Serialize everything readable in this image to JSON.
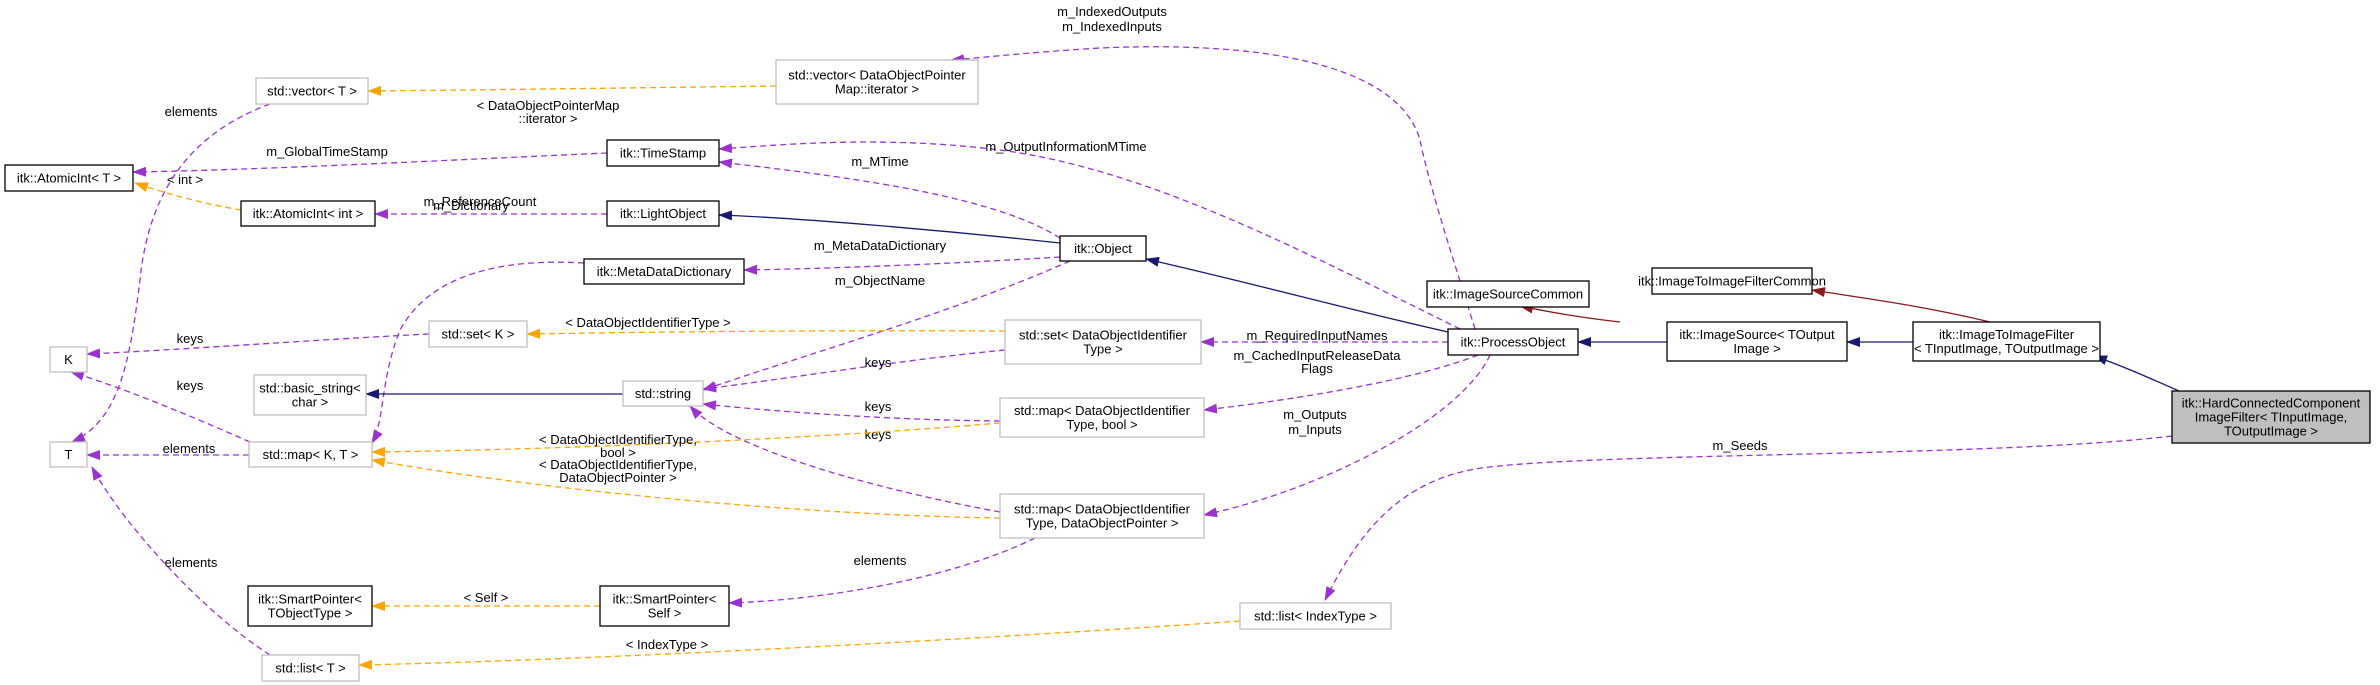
{
  "colors": {
    "inherit": "#191970",
    "template": "#ffa500",
    "use": "#9a32cd",
    "template_parent": "#8b1a1a",
    "node_border": "#000000",
    "node_border_external": "#bfbfbf",
    "focus_fill": "#bfbfbf"
  },
  "nodes": [
    {
      "id": "hcc",
      "lines": [
        "itk::HardConnectedComponent",
        "ImageFilter< TInputImage,",
        "TOutputImage >"
      ],
      "style": "focus"
    },
    {
      "id": "i2i",
      "lines": [
        "itk::ImageToImageFilter",
        "< TInputImage, TOutputImage >"
      ],
      "style": "normal"
    },
    {
      "id": "i2icommon",
      "lines": [
        "itk::ImageToImageFilterCommon"
      ],
      "style": "normal"
    },
    {
      "id": "imgsrc",
      "lines": [
        "itk::ImageSource< TOutput",
        "Image >"
      ],
      "style": "normal"
    },
    {
      "id": "imgsrccommon",
      "lines": [
        "itk::ImageSourceCommon"
      ],
      "style": "normal"
    },
    {
      "id": "procobj",
      "lines": [
        "itk::ProcessObject"
      ],
      "style": "normal"
    },
    {
      "id": "object",
      "lines": [
        "itk::Object"
      ],
      "style": "normal"
    },
    {
      "id": "lightobj",
      "lines": [
        "itk::LightObject"
      ],
      "style": "normal"
    },
    {
      "id": "timestamp",
      "lines": [
        "itk::TimeStamp"
      ],
      "style": "normal"
    },
    {
      "id": "metadict",
      "lines": [
        "itk::MetaDataDictionary"
      ],
      "style": "normal"
    },
    {
      "id": "atomicT",
      "lines": [
        "itk::AtomicInt< T >"
      ],
      "style": "normal"
    },
    {
      "id": "atomicint",
      "lines": [
        "itk::AtomicInt< int >"
      ],
      "style": "normal"
    },
    {
      "id": "vecT",
      "lines": [
        "std::vector< T >"
      ],
      "style": "external"
    },
    {
      "id": "vecDOP",
      "lines": [
        "std::vector< DataObjectPointer",
        "Map::iterator >"
      ],
      "style": "external"
    },
    {
      "id": "setK",
      "lines": [
        "std::set< K >"
      ],
      "style": "external"
    },
    {
      "id": "K",
      "lines": [
        "K"
      ],
      "style": "external"
    },
    {
      "id": "T",
      "lines": [
        "T"
      ],
      "style": "external"
    },
    {
      "id": "basicstr",
      "lines": [
        "std::basic_string<",
        "char >"
      ],
      "style": "external"
    },
    {
      "id": "string",
      "lines": [
        "std::string"
      ],
      "style": "external"
    },
    {
      "id": "mapKT",
      "lines": [
        "std::map< K, T >"
      ],
      "style": "external"
    },
    {
      "id": "setDOI",
      "lines": [
        "std::set< DataObjectIdentifier",
        "Type >"
      ],
      "style": "external"
    },
    {
      "id": "mapDOIbool",
      "lines": [
        "std::map< DataObjectIdentifier",
        "Type, bool >"
      ],
      "style": "external"
    },
    {
      "id": "mapDOIDOP",
      "lines": [
        "std::map< DataObjectIdentifier",
        "Type, DataObjectPointer >"
      ],
      "style": "external"
    },
    {
      "id": "spT",
      "lines": [
        "itk::SmartPointer<",
        "TObjectType >"
      ],
      "style": "normal"
    },
    {
      "id": "spSelf",
      "lines": [
        "itk::SmartPointer<",
        "Self >"
      ],
      "style": "normal"
    },
    {
      "id": "listIdx",
      "lines": [
        "std::list< IndexType >"
      ],
      "style": "external"
    },
    {
      "id": "listT",
      "lines": [
        "std::list< T >"
      ],
      "style": "external"
    }
  ],
  "edges": [
    {
      "id": "e1",
      "type": "inherit",
      "lines": []
    },
    {
      "id": "e2",
      "type": "use",
      "lines": [
        "m_Seeds"
      ]
    },
    {
      "id": "e3",
      "type": "inherit",
      "lines": []
    },
    {
      "id": "e4",
      "type": "template_parent",
      "lines": []
    },
    {
      "id": "e5",
      "type": "inherit",
      "lines": []
    },
    {
      "id": "e6",
      "type": "template_parent",
      "lines": []
    },
    {
      "id": "e7",
      "type": "inherit",
      "lines": []
    },
    {
      "id": "e8",
      "type": "inherit",
      "lines": []
    },
    {
      "id": "e9",
      "type": "use",
      "lines": [
        "m_OutputInformationMTime"
      ]
    },
    {
      "id": "e10",
      "type": "use",
      "lines": [
        "m_RequiredInputNames"
      ]
    },
    {
      "id": "e11",
      "type": "use",
      "lines": [
        "m_CachedInputReleaseData",
        "Flags"
      ]
    },
    {
      "id": "e12",
      "type": "use",
      "lines": [
        "m_Outputs",
        "m_Inputs"
      ]
    },
    {
      "id": "e13",
      "type": "use",
      "lines": [
        "m_IndexedOutputs",
        "m_IndexedInputs"
      ]
    },
    {
      "id": "e14",
      "type": "use",
      "lines": [
        "m_MTime"
      ]
    },
    {
      "id": "e15",
      "type": "use",
      "lines": [
        "m_MetaDataDictionary"
      ]
    },
    {
      "id": "e16",
      "type": "use",
      "lines": [
        "m_ObjectName"
      ]
    },
    {
      "id": "e17",
      "type": "use",
      "lines": [
        "m_ReferenceCount"
      ]
    },
    {
      "id": "e18",
      "type": "use",
      "lines": [
        "m_GlobalTimeStamp"
      ]
    },
    {
      "id": "e19",
      "type": "template",
      "lines": [
        "< int >"
      ]
    },
    {
      "id": "e20",
      "type": "use",
      "lines": [
        "elements"
      ]
    },
    {
      "id": "e21",
      "type": "template",
      "lines": [
        "< DataObjectPointerMap",
        "::iterator >"
      ]
    },
    {
      "id": "e22",
      "type": "use",
      "lines": [
        "m_Dictionary"
      ]
    },
    {
      "id": "e23",
      "type": "use",
      "lines": [
        "keys"
      ]
    },
    {
      "id": "e24",
      "type": "template",
      "lines": [
        "< DataObjectIdentifierType >"
      ]
    },
    {
      "id": "e25",
      "type": "inherit",
      "lines": []
    },
    {
      "id": "e26",
      "type": "use",
      "lines": [
        "keys"
      ]
    },
    {
      "id": "e27",
      "type": "use",
      "lines": [
        "elements"
      ]
    },
    {
      "id": "e28",
      "type": "use",
      "lines": [
        "keys"
      ]
    },
    {
      "id": "e29",
      "type": "use",
      "lines": [
        "keys"
      ]
    },
    {
      "id": "e30",
      "type": "use",
      "lines": [
        "keys"
      ]
    },
    {
      "id": "e31",
      "type": "template",
      "lines": [
        "< DataObjectIdentifierType,",
        "bool >"
      ]
    },
    {
      "id": "e32",
      "type": "template",
      "lines": [
        "< DataObjectIdentifierType,",
        "DataObjectPointer >"
      ]
    },
    {
      "id": "e33",
      "type": "use",
      "lines": [
        "elements"
      ]
    },
    {
      "id": "e34",
      "type": "template",
      "lines": [
        "< Self >"
      ]
    },
    {
      "id": "e35",
      "type": "use",
      "lines": [
        "elements"
      ]
    },
    {
      "id": "e36",
      "type": "template",
      "lines": [
        "< IndexType >"
      ]
    }
  ]
}
